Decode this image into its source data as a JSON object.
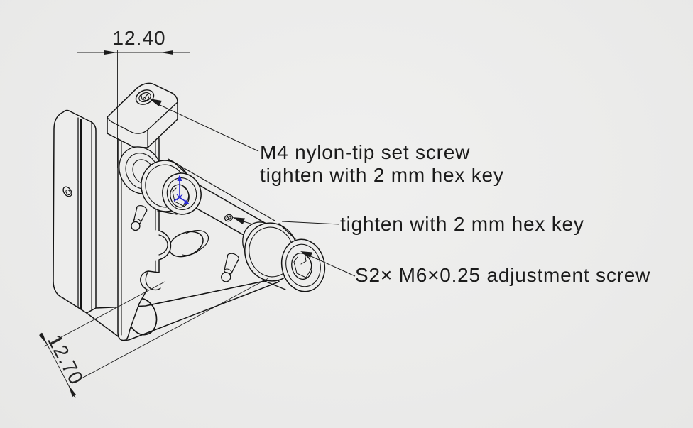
{
  "drawing": {
    "kind": "isometric-cad-line-drawing",
    "colors": {
      "background": "#ececec",
      "line": "#141414",
      "annotation_text": "#1b1b1b",
      "origin_triad": "#2a2ad4"
    }
  },
  "dimensions": {
    "top_width": "12.40",
    "side_depth": "12.70"
  },
  "callouts": {
    "set_screw_line1": "M4 nylon-tip set screw",
    "set_screw_line2": "tighten with 2 mm hex key",
    "hex_key": "tighten with 2 mm hex key",
    "adjustment_screw": "S2× M6×0.25 adjustment screw"
  }
}
